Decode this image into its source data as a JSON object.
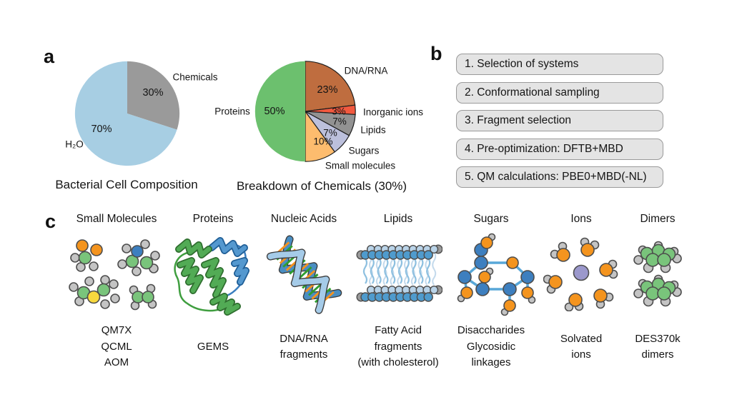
{
  "figure": {
    "panel_a_letter": "a",
    "panel_b_letter": "b",
    "panel_c_letter": "c"
  },
  "chart_data": [
    {
      "type": "pie",
      "title": "Bacterial Cell Composition",
      "start_angle_deg": 0,
      "direction": "clockwise",
      "slices": [
        {
          "label": "Chemicals",
          "value": 30,
          "pct_label": "30%",
          "color": "#9a9a9a",
          "outlined": false
        },
        {
          "label": "H₂O",
          "value": 70,
          "pct_label": "70%",
          "color": "#a7cee3",
          "outlined": false
        }
      ]
    },
    {
      "type": "pie",
      "title": "Breakdown of Chemicals (30%)",
      "start_angle_deg": 0,
      "direction": "clockwise",
      "slices": [
        {
          "label": "DNA/RNA",
          "value": 23,
          "pct_label": "23%",
          "color": "#bf6d3f",
          "outlined": true
        },
        {
          "label": "Inorganic ions",
          "value": 3,
          "pct_label": "3%",
          "color": "#f2593f",
          "outlined": true
        },
        {
          "label": "Lipids",
          "value": 7,
          "pct_label": "7%",
          "color": "#929292",
          "outlined": true
        },
        {
          "label": "Sugars",
          "value": 7,
          "pct_label": "7%",
          "color": "#bcc0dc",
          "outlined": true
        },
        {
          "label": "Small molecules",
          "value": 10,
          "pct_label": "10%",
          "color": "#fdbc6e",
          "outlined": true
        },
        {
          "label": "Proteins",
          "value": 50,
          "pct_label": "50%",
          "color": "#6cc06e",
          "outlined": false
        }
      ]
    }
  ],
  "panel_b": {
    "steps": [
      "1. Selection of systems",
      "2. Conformational sampling",
      "3. Fragment selection",
      "4. Pre-optimization: DFTB+MBD",
      "5. QM calculations: PBE0+MBD(-NL)"
    ]
  },
  "panel_c": {
    "columns": [
      {
        "label": "Small Molecules",
        "icon": "small-molecules-icon",
        "caption": "QM7X\nQCML\nAOM"
      },
      {
        "label": "Proteins",
        "icon": "protein-ribbon-icon",
        "caption": "GEMS"
      },
      {
        "label": "Nucleic Acids",
        "icon": "dna-helix-icon",
        "caption": "DNA/RNA\nfragments"
      },
      {
        "label": "Lipids",
        "icon": "lipid-bilayer-icon",
        "caption": "Fatty Acid\nfragments\n(with cholesterol)"
      },
      {
        "label": "Sugars",
        "icon": "sugar-ring-icon",
        "caption": "Disaccharides\nGlycosidic\nlinkages"
      },
      {
        "label": "Ions",
        "icon": "solvated-ion-icon",
        "caption": "Solvated\nions"
      },
      {
        "label": "Dimers",
        "icon": "stacked-dimer-icon",
        "caption": "DES370k\ndimers"
      }
    ]
  }
}
